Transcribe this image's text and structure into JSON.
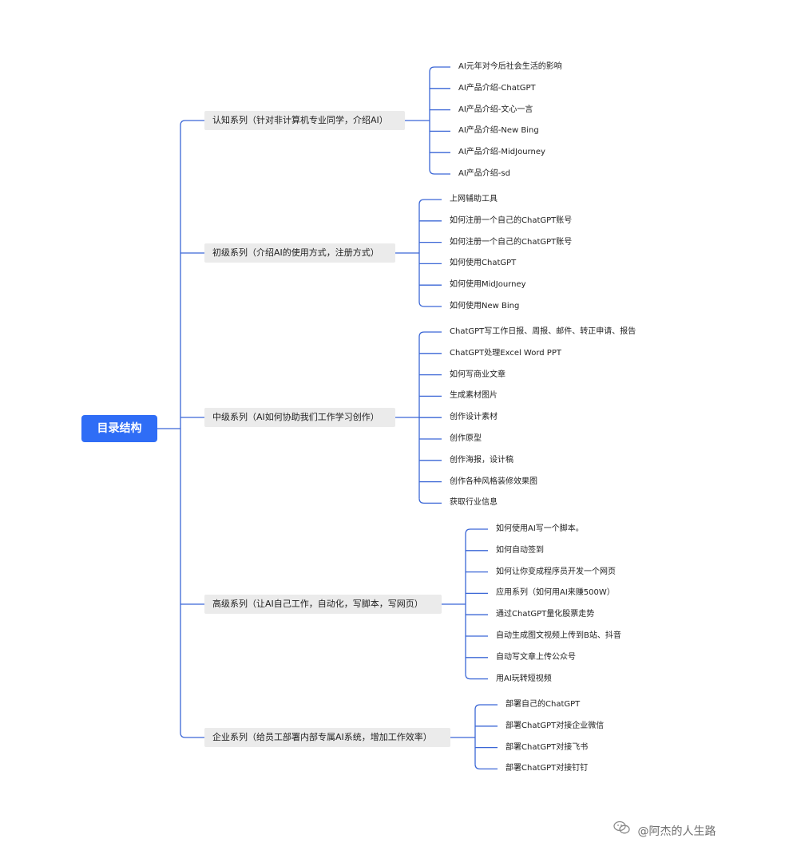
{
  "root": {
    "label": "目录结构"
  },
  "categories": [
    {
      "label": "认知系列（针对非计算机专业同学，介绍AI）",
      "items": [
        "AI元年对今后社会生活的影响",
        "AI产品介绍-ChatGPT",
        "AI产品介绍-文心一言",
        "AI产品介绍-New Bing",
        "AI产品介绍-MidJourney",
        "AI产品介绍-sd"
      ]
    },
    {
      "label": "初级系列（介绍AI的使用方式，注册方式）",
      "items": [
        "上网辅助工具",
        "如何注册一个自己的ChatGPT账号",
        "如何注册一个自己的ChatGPT账号",
        "如何使用ChatGPT",
        "如何使用MidJourney",
        "如何使用New Bing"
      ]
    },
    {
      "label": "中级系列（AI如何协助我们工作学习创作）",
      "items": [
        "ChatGPT写工作日报、周报、邮件、转正申请、报告",
        "ChatGPT处理Excel Word PPT",
        "如何写商业文章",
        "生成素材图片",
        "创作设计素材",
        "创作原型",
        "创作海报，设计稿",
        "创作各种风格装修效果图",
        "获取行业信息"
      ]
    },
    {
      "label": "高级系列（让AI自己工作，自动化，写脚本，写网页）",
      "items": [
        "如何使用AI写一个脚本。",
        "如何自动签到",
        "如何让你变成程序员开发一个网页",
        "应用系列（如何用AI来赚500W）",
        "通过ChatGPT量化股票走势",
        "自动生成图文视频上传到B站、抖音",
        "自动写文章上传公众号",
        "用AI玩转短视频"
      ]
    },
    {
      "label": "企业系列（给员工部署内部专属AI系统，增加工作效率）",
      "items": [
        "部署自己的ChatGPT",
        "部署ChatGPT对接企业微信",
        "部署ChatGPT对接飞书",
        "部署ChatGPT对接钉钉"
      ]
    }
  ],
  "watermark": {
    "text": "@阿杰的人生路",
    "icon": "wechat-icon"
  },
  "colors": {
    "accent": "#2f6df6",
    "line": "#3a66d6",
    "node_bg": "#ebebeb"
  }
}
